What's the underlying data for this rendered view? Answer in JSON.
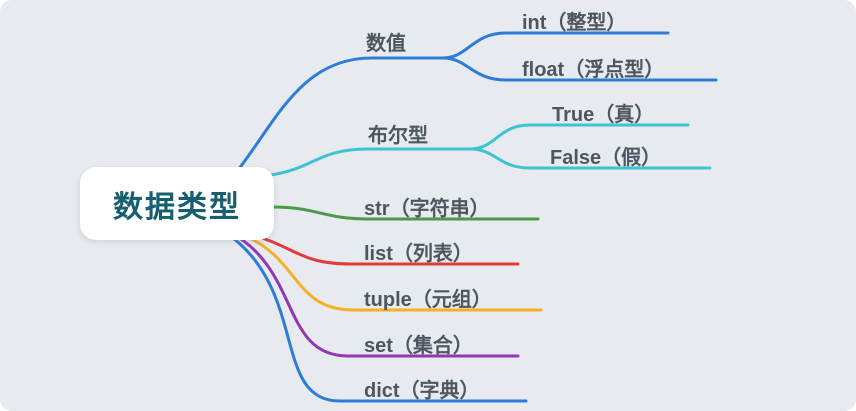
{
  "page": {
    "background_color": "#e7eaee",
    "description": "mind-map of Python data types"
  },
  "root": {
    "label": "数据类型",
    "text_color": "#175f6e",
    "node_color": "#ffffff"
  },
  "label_text_color": "#4e575f",
  "branches": [
    {
      "label": "数值",
      "color": "#2f7cd8",
      "children": [
        {
          "label": "int（整型）"
        },
        {
          "label": "float（浮点型）"
        }
      ]
    },
    {
      "label": "布尔型",
      "color": "#3ec3d3",
      "children": [
        {
          "label": "True（真）"
        },
        {
          "label": "False（假）"
        }
      ]
    },
    {
      "label": "str（字符串）",
      "color": "#4a9a48",
      "children": []
    },
    {
      "label": "list（列表）",
      "color": "#e03c3c",
      "children": []
    },
    {
      "label": "tuple（元组）",
      "color": "#f9ae27",
      "children": []
    },
    {
      "label": "set（集合）",
      "color": "#9336b4",
      "children": []
    },
    {
      "label": "dict（字典）",
      "color": "#2f7cd8",
      "children": []
    }
  ]
}
